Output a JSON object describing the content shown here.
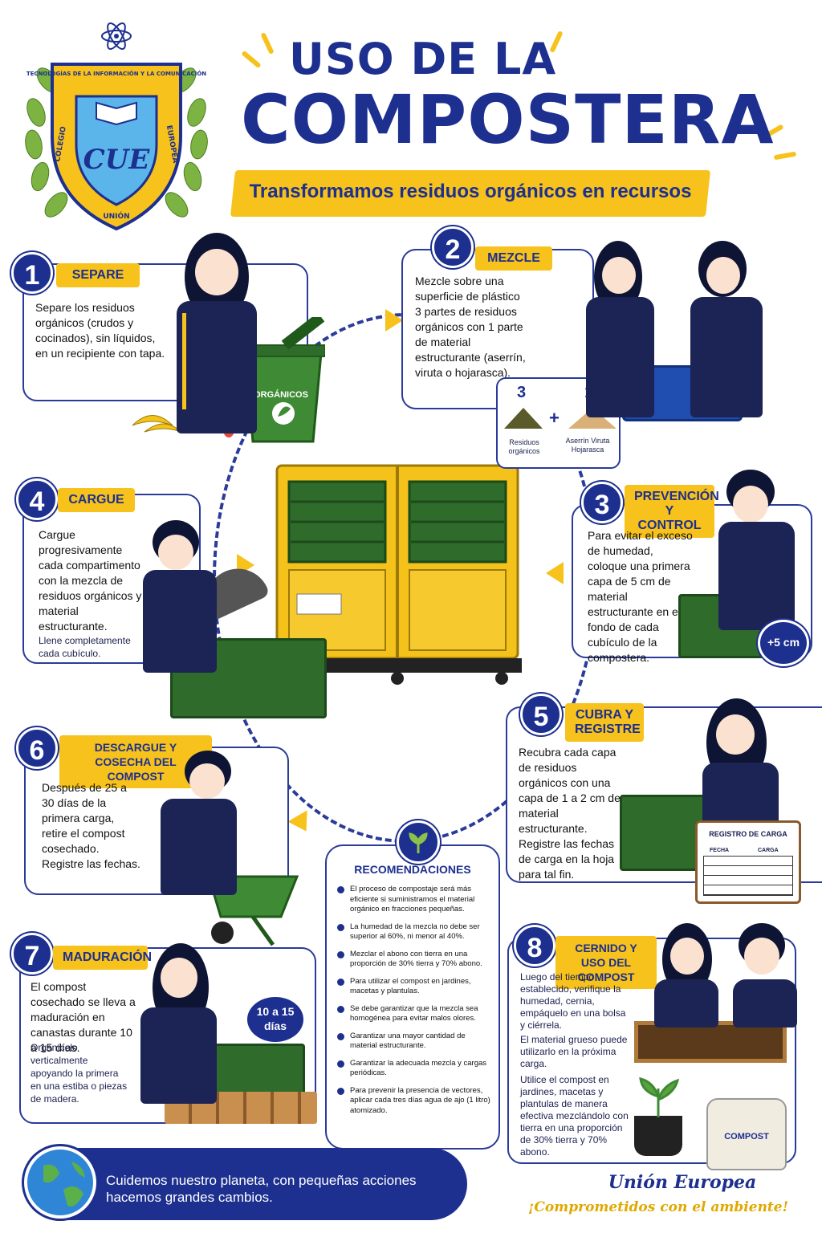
{
  "header": {
    "title_line1": "USO DE LA",
    "title_line2": "COMPOSTERA",
    "subtitle": "Transformamos residuos orgánicos en recursos"
  },
  "crest": {
    "top_text": "TECNOLOGÍAS DE LA INFORMACIÓN Y LA COMUNICACIÓN",
    "left_text": "COLEGIO",
    "right_text": "EUROPEA",
    "bottom_text": "UNIÓN",
    "monogram": "CUE"
  },
  "steps": {
    "s1": {
      "number": "1",
      "label": "SEPARE",
      "text": "Separe los residuos orgánicos (crudos y cocinados), sin líquidos, en un recipiente con tapa.",
      "bin_label": "ORGÁNICOS"
    },
    "s2": {
      "number": "2",
      "label": "MEZCLE",
      "text": "Mezcle sobre una superficie de plástico 3 partes de residuos orgánicos con 1 parte de material estructurante (aserrín, viruta o hojarasca).",
      "ratio_a": "3",
      "ratio_plus": "+",
      "ratio_b": "1",
      "ratio_a_caption": "Residuos orgánicos",
      "ratio_b_caption": "Aserrín Viruta Hojarasca"
    },
    "s3": {
      "number": "3",
      "label": "PREVENCIÓN Y CONTROL",
      "text": "Para evitar el exceso de humedad, coloque una primera capa de 5 cm de material estructurante en el fondo de cada cubículo de la compostera.",
      "badge": "+5 cm"
    },
    "s4": {
      "number": "4",
      "label": "CARGUE",
      "text": "Cargue progresivamente cada compartimento con la mezcla de residuos orgánicos y material estructurante.",
      "text2": "Llene completamente cada cubículo."
    },
    "s5": {
      "number": "5",
      "label": "CUBRA Y REGISTRE",
      "text": "Recubra cada capa de residuos orgánicos con una capa de 1 a 2 cm de material estructurante. Registre las fechas de carga en la hoja para tal fin.",
      "sheet_title": "REGISTRO DE CARGA",
      "col1": "FECHA",
      "col2": "CARGA"
    },
    "s6": {
      "number": "6",
      "label": "DESCARGUE Y COSECHA DEL COMPOST",
      "text": "Después de 25 a 30 días de la primera carga, retire el compost cosechado. Registre las fechas."
    },
    "s7": {
      "number": "7",
      "label": "MADURACIÓN",
      "text": "El compost cosechado se lleva a maduración en canastas durante 10 a 15 días.",
      "text2": "Organícelo verticalmente apoyando la primera en una estiba o piezas de madera.",
      "badge": "10 a 15 días"
    },
    "s8": {
      "number": "8",
      "label": "CERNIDO Y USO DEL COMPOST",
      "text": "Luego del tiempo establecido, verifique la humedad, cernia, empáquelo en una bolsa y ciérrela.",
      "text2": "El material grueso puede utilizarlo en la próxima carga.",
      "text3": "Utilice el compost en jardines, macetas y plantulas de manera efectiva mezclándolo con tierra en una proporción de 30% tierra y 70% abono.",
      "bag_label": "COMPOST"
    }
  },
  "recommendations": {
    "title": "RECOMENDACIONES",
    "items": [
      "El proceso de compostaje será más eficiente si suministramos el material orgánico en fracciones pequeñas.",
      "La humedad de la mezcla no debe ser superior al 60%, ni menor al 40%.",
      "Mezclar el abono con tierra en una proporción de 30% tierra y 70% abono.",
      "Para utilizar el compost en jardines, macetas y plantulas.",
      "Se debe garantizar que la mezcla sea homogénea para evitar malos olores.",
      "Garantizar una mayor cantidad de material estructurante.",
      "Garantizar la adecuada mezcla y cargas periódicas.",
      "Para prevenir la presencia de vectores, aplicar cada tres días agua de ajo (1 litro) atomizado."
    ]
  },
  "footer": {
    "message": "Cuidemos nuestro planeta, con pequeñas acciones hacemos grandes cambios.",
    "brand": "Unión Europea",
    "slogan": "¡Comprometidos con el ambiente!"
  },
  "colors": {
    "navy": "#1d2f8f",
    "yellow": "#f6c21b",
    "green": "#2f6b2a"
  }
}
